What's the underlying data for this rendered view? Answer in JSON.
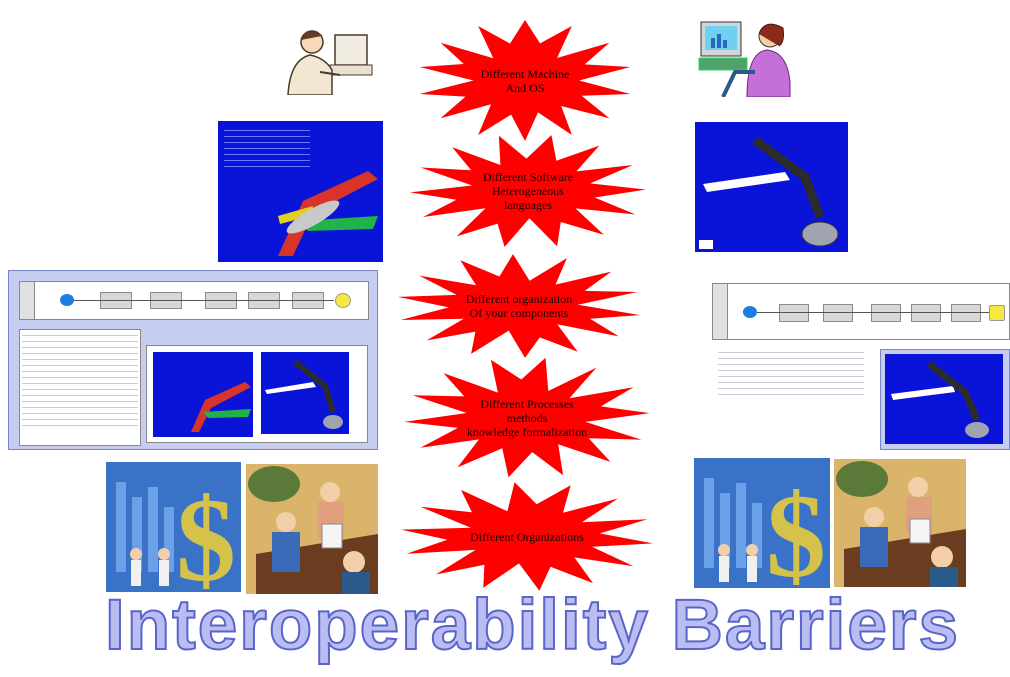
{
  "title": "Interoperability Barriers",
  "barriers": [
    {
      "label": "Different Machine\nAnd OS"
    },
    {
      "label": "Different Software\nHeterogeneous\nlanguages"
    },
    {
      "label": "Different organization\nOf your components"
    },
    {
      "label": "Different Processes\nmethods\nknowledge formalization"
    },
    {
      "label": "Different Organizations"
    }
  ],
  "colors": {
    "burst": "#ff0000",
    "title_fill": "#b9bdf2",
    "title_stroke": "#5b64c9",
    "panel": "#0a14d8"
  },
  "icons": [
    "businessman-computer-icon",
    "woman-computer-icon",
    "airplane-model-icon",
    "robot-arm-icon",
    "dollar-chart-icon",
    "meeting-icon"
  ]
}
